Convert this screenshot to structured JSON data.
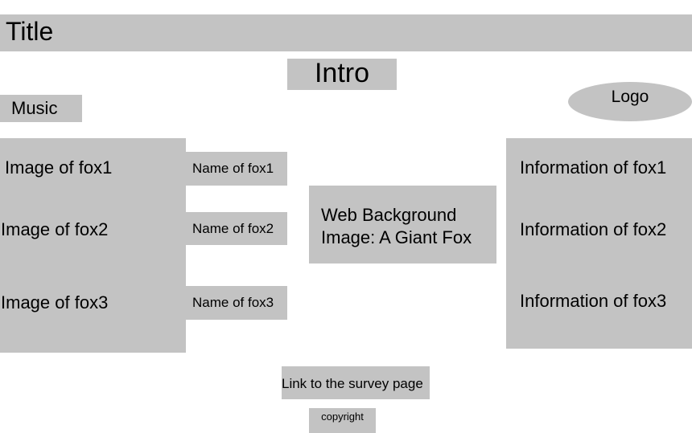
{
  "header": {
    "title": "Title"
  },
  "intro": {
    "label": "Intro"
  },
  "music": {
    "label": "Music"
  },
  "logo": {
    "label": "Logo"
  },
  "foxes": [
    {
      "image": "Image of fox1",
      "name": "Name of fox1",
      "info": "Information of fox1"
    },
    {
      "image": "Image of fox2",
      "name": "Name of fox2",
      "info": "Information of fox2"
    },
    {
      "image": "Image of fox3",
      "name": "Name of fox3",
      "info": "Information of fox3"
    }
  ],
  "background": {
    "line1": "Web Background",
    "line2": "Image: A Giant Fox"
  },
  "footer": {
    "survey_link": "Link to the survey page",
    "copyright": "copyright"
  },
  "colors": {
    "placeholder_fill": "#c3c3c3",
    "page_background": "#ffffff"
  }
}
